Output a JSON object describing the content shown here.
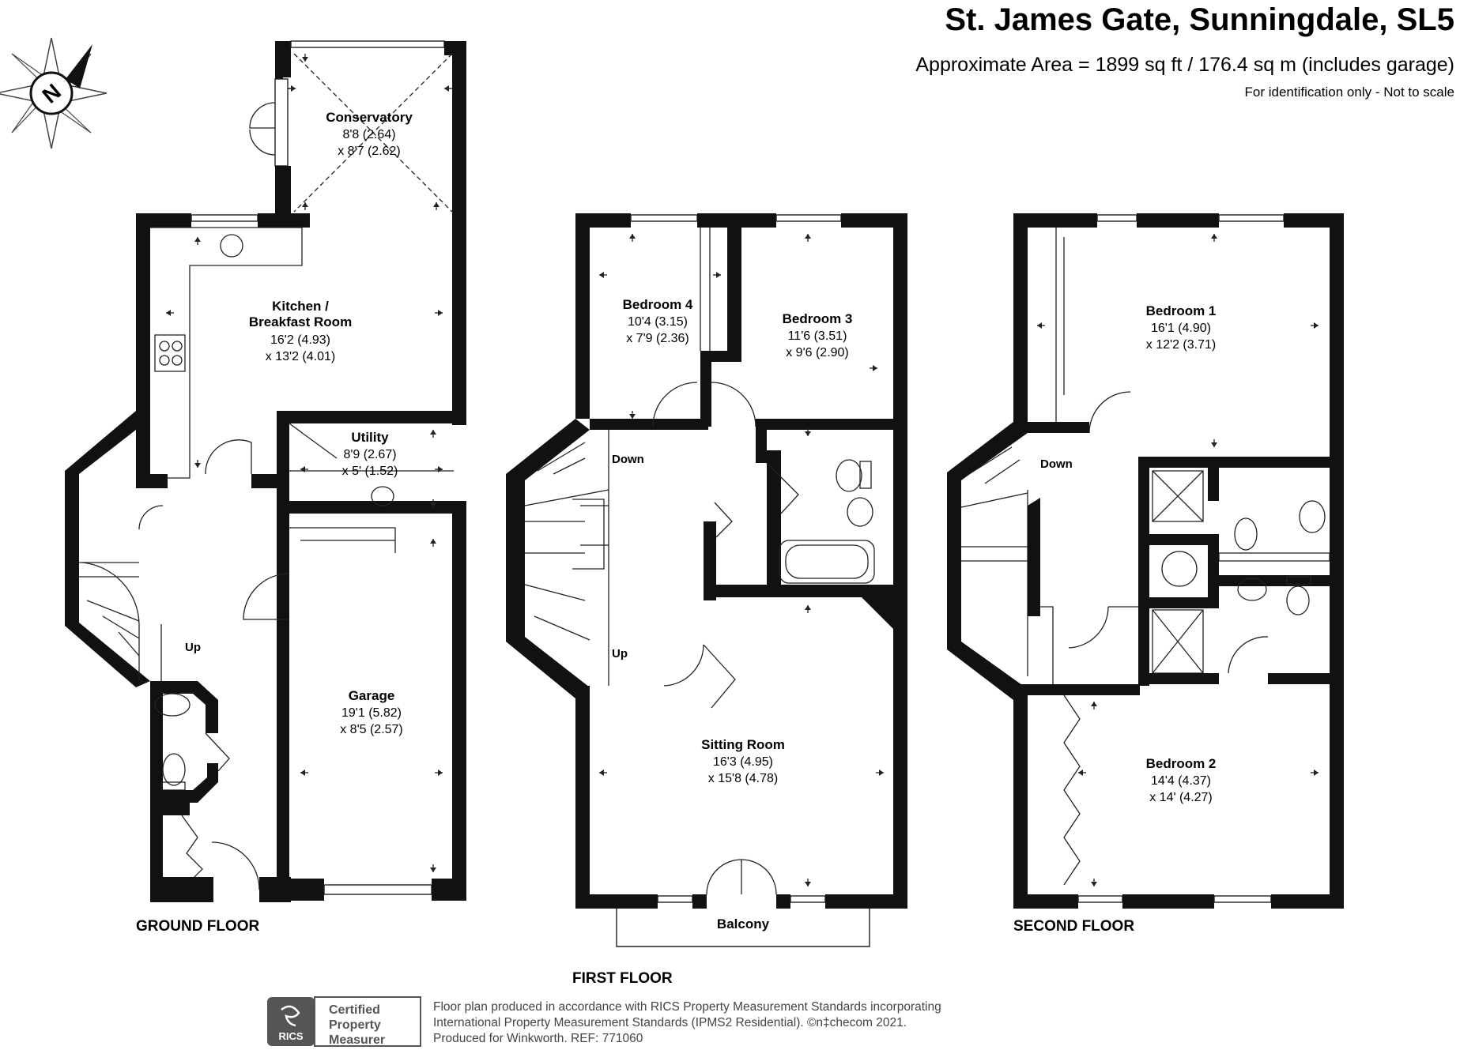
{
  "header": {
    "title": "St. James Gate, Sunningdale, SL5",
    "area": "Approximate Area = 1899 sq ft / 176.4 sq m (includes garage)",
    "disclaimer": "For identification only - Not to scale"
  },
  "compass": {
    "letter": "N",
    "icon": "compass-icon"
  },
  "ground_floor": {
    "label": "GROUND FLOOR",
    "rooms": [
      {
        "name": "Conservatory",
        "dims": [
          "8'8 (2.64)",
          "x 8'7 (2.62)"
        ]
      },
      {
        "name": [
          "Kitchen /",
          "Breakfast Room"
        ],
        "dims": [
          "16'2 (4.93)",
          "x 13'2 (4.01)"
        ]
      },
      {
        "name": "Utility",
        "dims": [
          "8'9 (2.67)",
          "x 5' (1.52)"
        ]
      },
      {
        "name": "Garage",
        "dims": [
          "19'1 (5.82)",
          "x 8'5 (2.57)"
        ]
      }
    ],
    "stairs": "Up"
  },
  "first_floor": {
    "label": "FIRST FLOOR",
    "rooms": [
      {
        "name": "Bedroom 4",
        "dims": [
          "10'4 (3.15)",
          "x 7'9 (2.36)"
        ]
      },
      {
        "name": "Bedroom 3",
        "dims": [
          "11'6 (3.51)",
          "x 9'6 (2.90)"
        ]
      },
      {
        "name": "Sitting Room",
        "dims": [
          "16'3 (4.95)",
          "x 15'8 (4.78)"
        ]
      },
      {
        "name": "Balcony",
        "dims": []
      }
    ],
    "stairs_down": "Down",
    "stairs_up": "Up"
  },
  "second_floor": {
    "label": "SECOND FLOOR",
    "rooms": [
      {
        "name": "Bedroom 1",
        "dims": [
          "16'1 (4.90)",
          "x 12'2 (3.71)"
        ]
      },
      {
        "name": "Bedroom 2",
        "dims": [
          "14'4 (4.37)",
          "x 14' (4.27)"
        ]
      }
    ],
    "stairs_down": "Down"
  },
  "footer": {
    "badge_logo_text": "RICS",
    "badge_lines": [
      "Certified",
      "Property",
      "Measurer"
    ],
    "notes": [
      "Floor plan produced in accordance with RICS Property Measurement Standards incorporating",
      "International Property Measurement Standards (IPMS2 Residential).  ©n‡checom 2021.",
      "Produced for Winkworth.   REF:  771060"
    ]
  },
  "colors": {
    "wall": "#111111",
    "badge": "#555555",
    "background": "#ffffff"
  }
}
